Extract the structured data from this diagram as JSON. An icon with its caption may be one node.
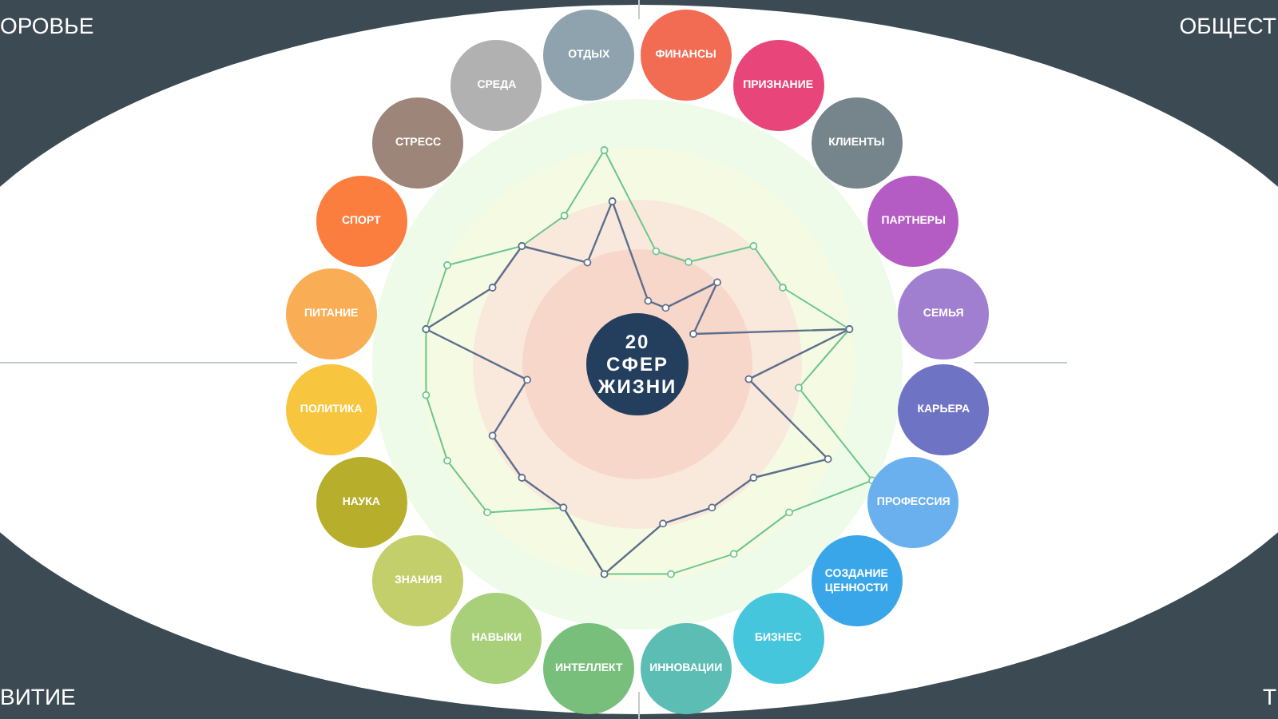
{
  "diagram": {
    "nodes": [
      {
        "text": [
          "20 СФЕР ЖИЗНИ"
        ]
      },
      {
        "text": [
          "ОТДЫХ"
        ]
      },
      {
        "text": [
          "ФИНАНСЫ"
        ]
      },
      {
        "text": [
          "ПРИЗНАНИЕ"
        ]
      },
      {
        "text": [
          "КЛИЕНТЫ"
        ]
      },
      {
        "text": [
          "ПАРТНЕРЫ"
        ]
      },
      {
        "text": [
          "СЕМЬЯ"
        ]
      },
      {
        "text": [
          "КАРЬЕРА"
        ]
      },
      {
        "text": [
          "ПРОФЕССИЯ"
        ]
      },
      {
        "text": [
          "СОЗДАНИЕ ЦЕННОСТИ"
        ]
      },
      {
        "text": [
          "БИЗНЕС"
        ]
      },
      {
        "text": [
          "ИННОВАЦИИ"
        ]
      },
      {
        "text": [
          "ИНТЕЛЛЕКТ"
        ]
      },
      {
        "text": [
          "НАВЫКИ"
        ]
      },
      {
        "text": [
          "ЗНАНИЯ"
        ]
      },
      {
        "text": [
          "НАУКА"
        ]
      },
      {
        "text": [
          "ПОЛИТИКА"
        ]
      },
      {
        "text": [
          "ПИТАНИЕ"
        ]
      },
      {
        "text": [
          "СПОРТ"
        ]
      },
      {
        "text": [
          "СТРЕСС"
        ]
      },
      {
        "text": [
          "СРЕДА"
        ]
      }
    ],
    "labels": [
      "ОРОВЬЕ",
      "ОБЩЕСТ",
      "ВИТИЕ",
      "Т"
    ]
  }
}
